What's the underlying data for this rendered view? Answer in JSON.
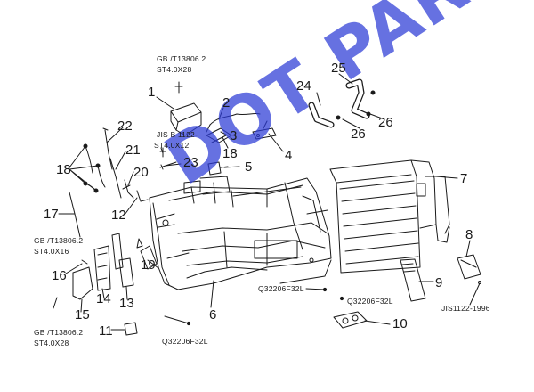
{
  "diagram": {
    "part_numbers": [
      "1",
      "2",
      "3",
      "4",
      "5",
      "6",
      "7",
      "8",
      "9",
      "10",
      "11",
      "12",
      "13",
      "14",
      "15",
      "16",
      "17",
      "18",
      "18",
      "19",
      "20",
      "21",
      "22",
      "23",
      "24",
      "25",
      "26",
      "26"
    ],
    "specs": {
      "gb_t13806_top_line1": "GB /T13806.2",
      "gb_t13806_top_line2": "ST4.0X28",
      "jis_b1122_line1": "JIS B 1122-",
      "jis_b1122_line2": "ST4.0X12",
      "gb_t13806_mid_line1": "GB /T13806.2",
      "gb_t13806_mid_line2": "ST4.0X16",
      "gb_t13806_bot_line1": "GB /T13806.2",
      "gb_t13806_bot_line2": "ST4.0X28",
      "q32206_a": "Q32206F32L",
      "q32206_b": "Q32206F32L",
      "q32206_c": "Q32206F32L",
      "jis1122_1996": "JIS1122-1996"
    },
    "watermark": "DOT PARTS",
    "colors": {
      "line": "#1a1a1a",
      "watermark": "#2c3bd6"
    }
  }
}
